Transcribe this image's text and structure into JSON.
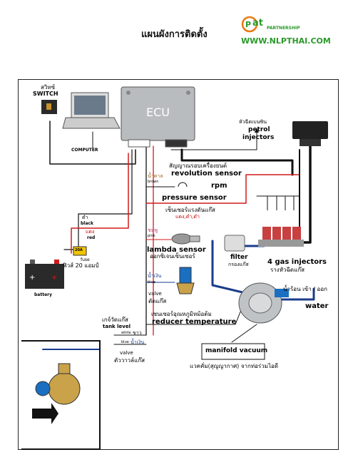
{
  "header": {
    "title": "แผนผังการติดตั้ง",
    "logo_mark": "at",
    "logo_partnership": "PARTNERSHIP",
    "logo_url": "WWW.NLPTHAI.COM"
  },
  "components": {
    "switch_th": "สวิทซ์",
    "switch_en": "SWITCH",
    "computer": "COMPUTER",
    "ecu": "ECU",
    "petrol_injectors_th": "หัวฉีดเบนซิน",
    "petrol_injectors_en": "petrol",
    "petrol_injectors_en2": "injectors",
    "revolution_th": "สัญญาณรอบเครื่องยนต์",
    "revolution_en": "revolution sensor",
    "brown_th": "น้ำตาล",
    "brown_en": "brown",
    "rpm": "rpm",
    "pressure_en": "pressure sensor",
    "pressure_th": "เซ็นเซอร์แรงดันแก๊ส",
    "pressure_colors": "แดง,ดำ,ดำ",
    "black_th": "ดำ",
    "black_en": "black",
    "red_th": "แดง",
    "red_en": "red",
    "fuse_value": "20A",
    "fuse_en": "fuse",
    "fuse_th": "ฟิวส์ 20 แอมป์",
    "battery": "battery",
    "pink_th": "ชมพู",
    "pink_en": "pink",
    "lambda_en": "lambda sensor",
    "lambda_th": "ออกซิเจนเซ็นเซอร์",
    "blue_th": "น้ำเงิน",
    "blue_en": "blue",
    "valve_en": "valve",
    "valve_th": "ตัดแก๊ส",
    "filter_en": "filter",
    "filter_th": "กรองแก๊ส",
    "gas_injectors_en": "4 gas injectors",
    "gas_injectors_th": "รางหัวฉีดแก๊ส",
    "water_th": "น้ำร้อน เข้า / ออก",
    "water_en": "water",
    "reducer_th": "เซนเซอร์อุณหภูมิหม้อต้ม",
    "reducer_en": "reducer temperature",
    "tank_level_th": "เกจ์วัดแก๊ส",
    "tank_level_en": "tank level",
    "white_en": "white",
    "white_th": "ขาว",
    "blue2_en": "blue",
    "blue2_th": "น้ำเงิน",
    "valve2_en": "valve",
    "valve2_th": "ตัววาวล์แก๊ส",
    "manifold_en": "manifold vacuum",
    "manifold_th": "แวคคั่ม(สุญญากาศ) จากท่อร่วมไอดี"
  },
  "colors": {
    "logo_green": "#2a9a2a",
    "logo_orange": "#e87a10",
    "red_wire": "#d11a1a",
    "black_wire": "#111111",
    "blue_hose": "#1a3c8c",
    "ecu_body": "#b9bcbe"
  }
}
